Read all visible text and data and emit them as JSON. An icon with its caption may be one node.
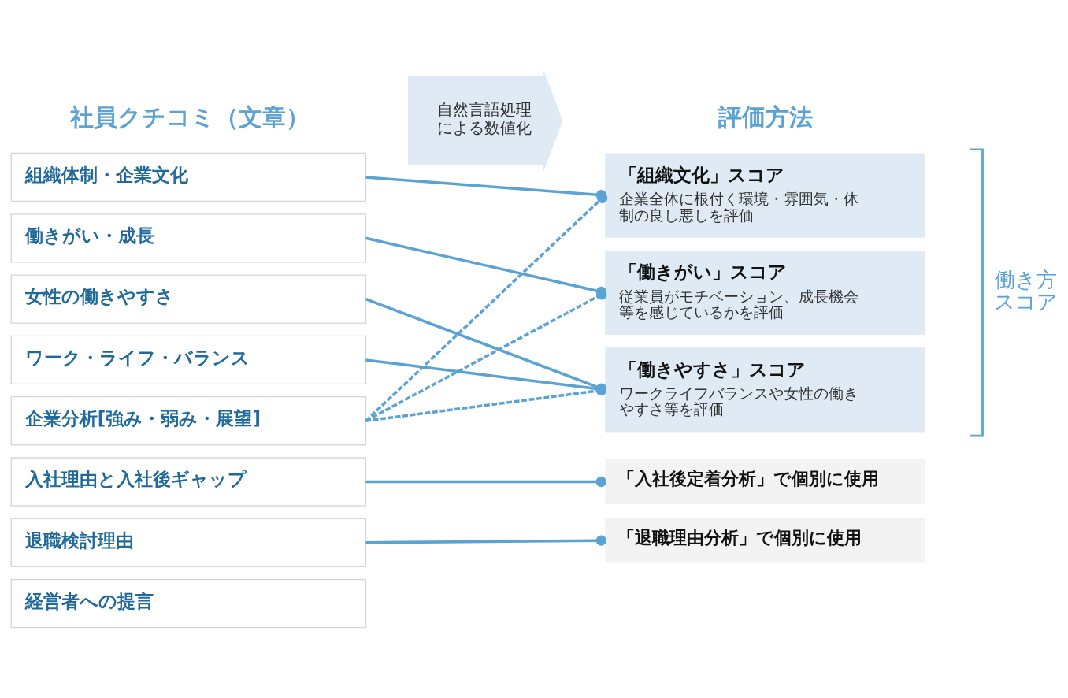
{
  "diagram": {
    "nodes": [
      {
        "text": [
          "自然言語処理による数値化"
        ]
      },
      {
        "text": [
          "組織体制・企業文化"
        ]
      },
      {
        "text": [
          "働きがい・成長"
        ]
      },
      {
        "text": [
          "女性の働きやすさ"
        ]
      },
      {
        "text": [
          "ワーク・ライフ・バランス"
        ]
      },
      {
        "text": [
          "企業分析[強み・弱み・展望]"
        ]
      },
      {
        "text": [
          "入社理由と入社後ギャップ"
        ]
      },
      {
        "text": [
          "退職検討理由"
        ]
      },
      {
        "text": [
          "経営者への提言"
        ]
      },
      {
        "text": [
          "「組織文化」スコア",
          "企業全体に根付く環境・雰囲気・体制の良し悪しを評価"
        ]
      },
      {
        "text": [
          "「働きがい」スコア",
          "従業員がモチベーション、成長機会等を感じているかを評価"
        ]
      },
      {
        "text": [
          "「働きやすさ」スコア",
          "ワークライフバランスや女性の働きやすさ等を評価"
        ]
      },
      {
        "text": [
          "「入社後定着分析」で個別に使用"
        ]
      },
      {
        "text": [
          "「退職理由分析」で個別に使用"
        ]
      }
    ],
    "edges": [
      {
        "from": 1,
        "to": 9,
        "arrow": "other"
      },
      {
        "from": 2,
        "to": 10,
        "arrow": "other"
      },
      {
        "from": 3,
        "to": 11,
        "arrow": "other"
      },
      {
        "from": 4,
        "to": 11,
        "arrow": "other"
      },
      {
        "from": 5,
        "to": 9,
        "arrow": "other",
        "style": "dashed"
      },
      {
        "from": 5,
        "to": 10,
        "arrow": "other",
        "style": "dashed"
      },
      {
        "from": 5,
        "to": 11,
        "arrow": "other",
        "style": "dashed"
      },
      {
        "from": 6,
        "to": 12,
        "arrow": "other"
      },
      {
        "from": 7,
        "to": 13,
        "arrow": "other"
      }
    ],
    "labels": [
      "社員クチコミ（文章）",
      "評価方法",
      "働き方スコア"
    ]
  }
}
